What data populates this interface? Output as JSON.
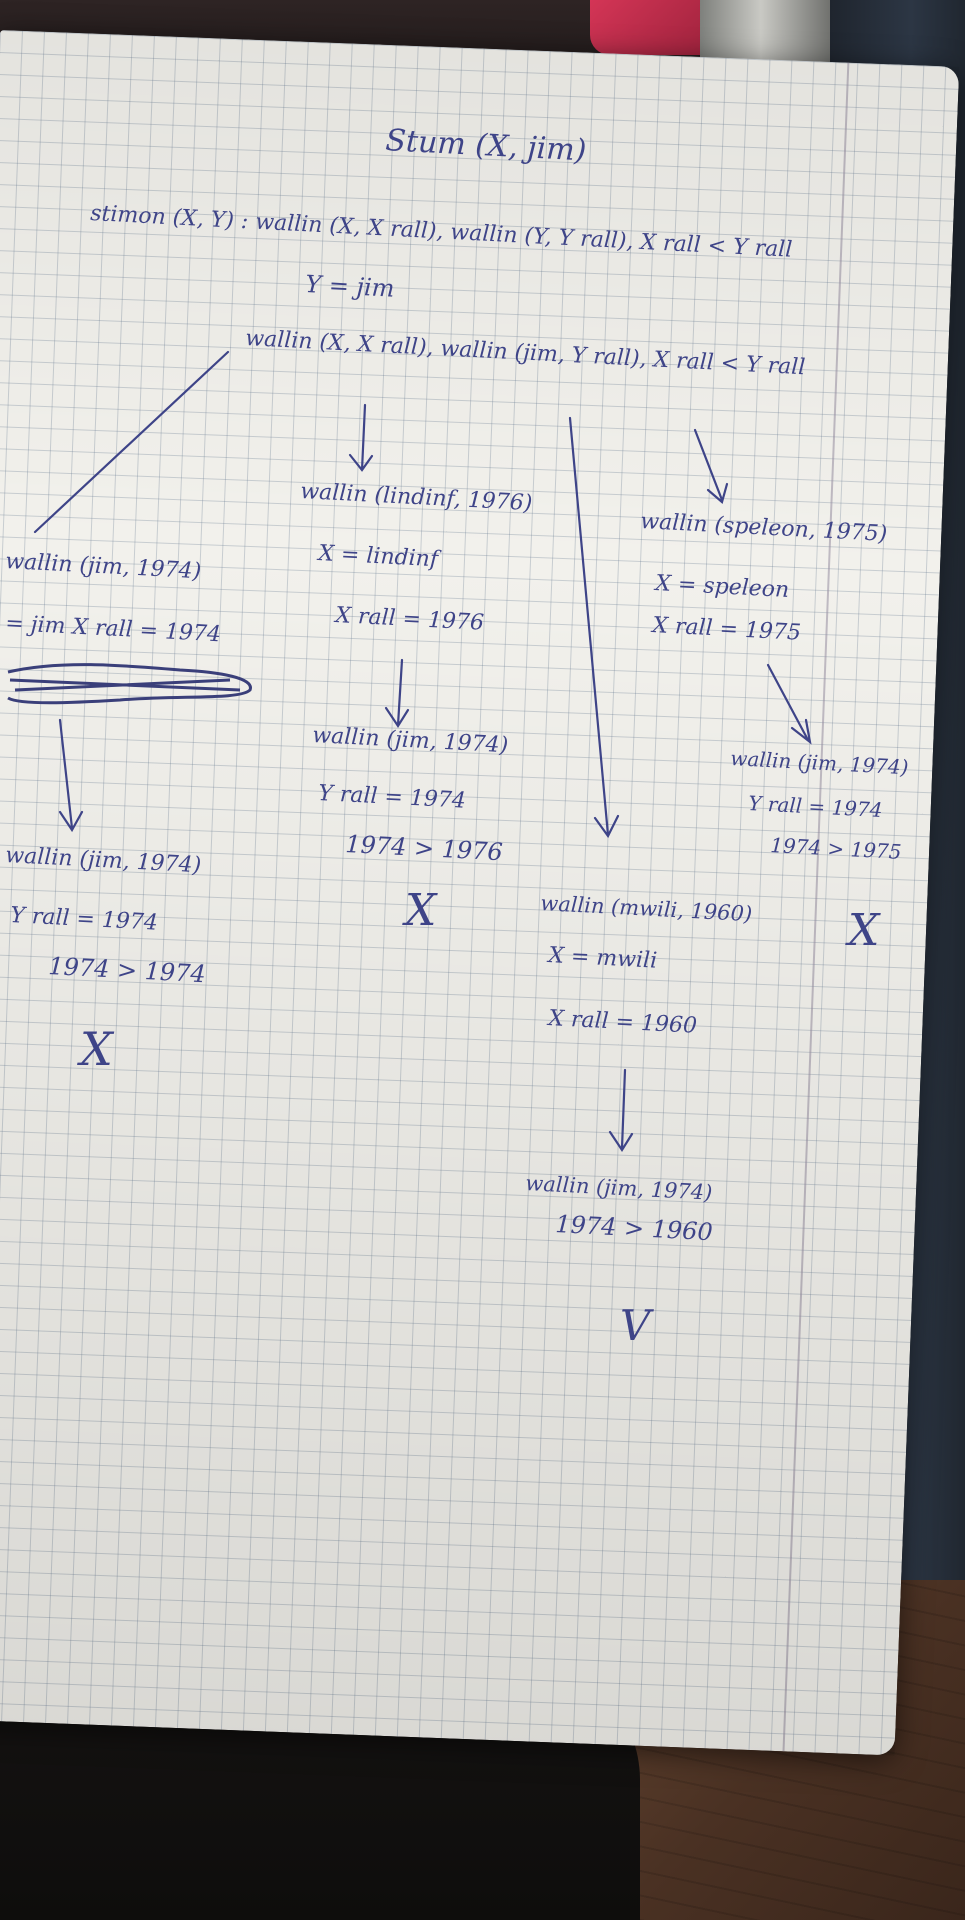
{
  "scene": {
    "description_colors": {
      "paper": "#f2f1ec",
      "grid": "#6e8096",
      "ink": "#3e4488",
      "floor": "#6b4a34",
      "cloth": "#2c3644",
      "accent_red": "#d43556"
    }
  },
  "notes": {
    "title": "Stum (X, jim)",
    "rule_head": "stimon (X, Y) : wallin (X, X rall), wallin (Y, Y rall), X rall < Y rall",
    "rule_subst": "Y = jim",
    "rule_goal": "wallin (X, X rall), wallin (jim, Y rall), X rall < Y rall",
    "branch_a": {
      "fact": "wallin (jim, 1974)",
      "binding": "= jim  X rall = 1974",
      "fact2": "wallin (jim, 1974)",
      "y_rall": "Y rall = 1974",
      "compare": "1974 > 1974",
      "result": "X"
    },
    "branch_b": {
      "fact": "wallin (lindinf, 1976)",
      "x": "X = lindinf",
      "x_rall": "X rall = 1976",
      "fact2": "wallin (jim, 1974)",
      "y_rall": "Y rall = 1974",
      "compare": "1974 > 1976",
      "result": "X"
    },
    "branch_c": {
      "fact": "wallin (mwili, 1960)",
      "x": "X = mwili",
      "x_rall": "X rall = 1960",
      "fact2": "wallin (jim, 1974)",
      "compare": "1974 > 1960",
      "result": "V"
    },
    "branch_d": {
      "fact": "wallin (speleon, 1975)",
      "x": "X = speleon",
      "x_rall": "X rall = 1975",
      "fact2": "wallin (jim, 1974)",
      "y_rall": "Y rall = 1974",
      "compare": "1974 > 1975",
      "result": "X"
    }
  }
}
